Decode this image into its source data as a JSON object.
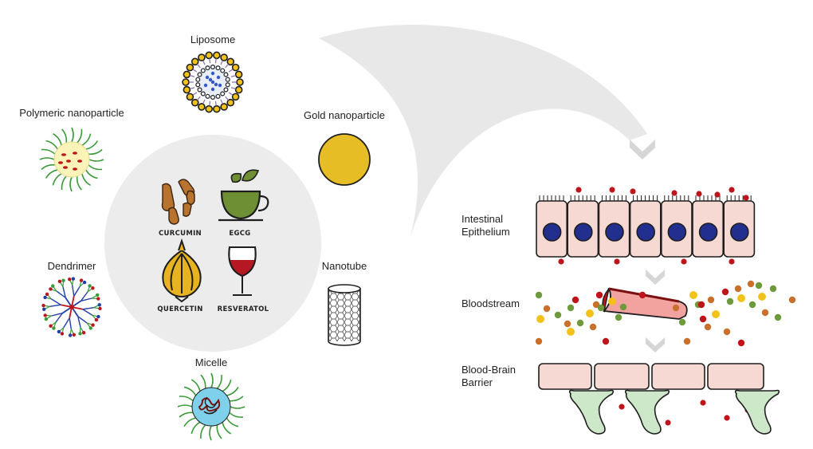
{
  "nanocarriers": {
    "liposome": "Liposome",
    "polymeric": "Polymeric nanoparticle",
    "gold": "Gold nanoparticle",
    "dendrimer": "Dendrimer",
    "nanotube": "Nanotube",
    "micelle": "Micelle"
  },
  "compounds": {
    "curcumin": "CURCUMIN",
    "egcg": "EGCG",
    "quercetin": "QUERCETIN",
    "resveratol": "RESVERATOL"
  },
  "pathway": {
    "intestinal_line1": "Intestinal",
    "intestinal_line2": "Epithelium",
    "bloodstream": "Bloodstream",
    "bbb_line1": "Blood-Brain",
    "bbb_line2": "Barrier"
  },
  "colors": {
    "cell_fill": "#f7d9d3",
    "nucleus": "#232f8f",
    "gold": "#e6bd24",
    "vessel": "#f2a3a0",
    "astrocyte": "#cde8c8",
    "particle_red": "#c0141b",
    "particle_yellow": "#f2c21b",
    "particle_green": "#6e9a3c",
    "particle_orange": "#c9712c",
    "circle_bg": "#ececec",
    "arrow": "#e8e8e8"
  }
}
